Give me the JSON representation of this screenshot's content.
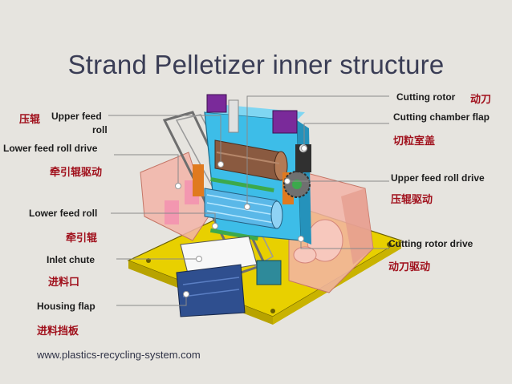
{
  "slide": {
    "title": "Strand Pelletizer  inner structure",
    "url": "www.plastics-recycling-system.com"
  },
  "labels_left": {
    "upper_feed_roll_cn": "压辊",
    "upper_feed_roll_en_1": "Upper feed",
    "upper_feed_roll_en_2": "roll",
    "lower_feed_roll_drive_en": "Lower feed roll drive",
    "lower_feed_roll_drive_cn": "牵引辊驱动",
    "lower_feed_roll_en": "Lower feed roll",
    "lower_feed_roll_cn": "牵引辊",
    "inlet_chute_en": "Inlet chute",
    "inlet_chute_cn": "进料口",
    "housing_flap_en": "Housing flap",
    "housing_flap_cn": "进料挡板"
  },
  "labels_right": {
    "cutting_rotor_en": "Cutting rotor",
    "cutting_rotor_cn": "动刀",
    "cutting_chamber_flap_en": "Cutting chamber flap",
    "cutting_chamber_flap_cn": "切粒室盖",
    "upper_feed_roll_drive_en": "Upper feed roll drive",
    "upper_feed_roll_drive_cn": "压辊驱动",
    "cutting_rotor_drive_en": "Cutting rotor drive",
    "cutting_rotor_drive_cn": "动刀驱动"
  },
  "colors": {
    "base_plate": "#e8d000",
    "housing": "#f2b4a8",
    "frame": "#3dbde8",
    "roll": "#8a5a40",
    "lower_roll": "#5ab8e8",
    "gear": "#707070",
    "gear_accent": "#3ca94c",
    "motor_top": "#7a2a9a",
    "chute": "#2f4f8f",
    "leader": "#8a8a8a"
  }
}
